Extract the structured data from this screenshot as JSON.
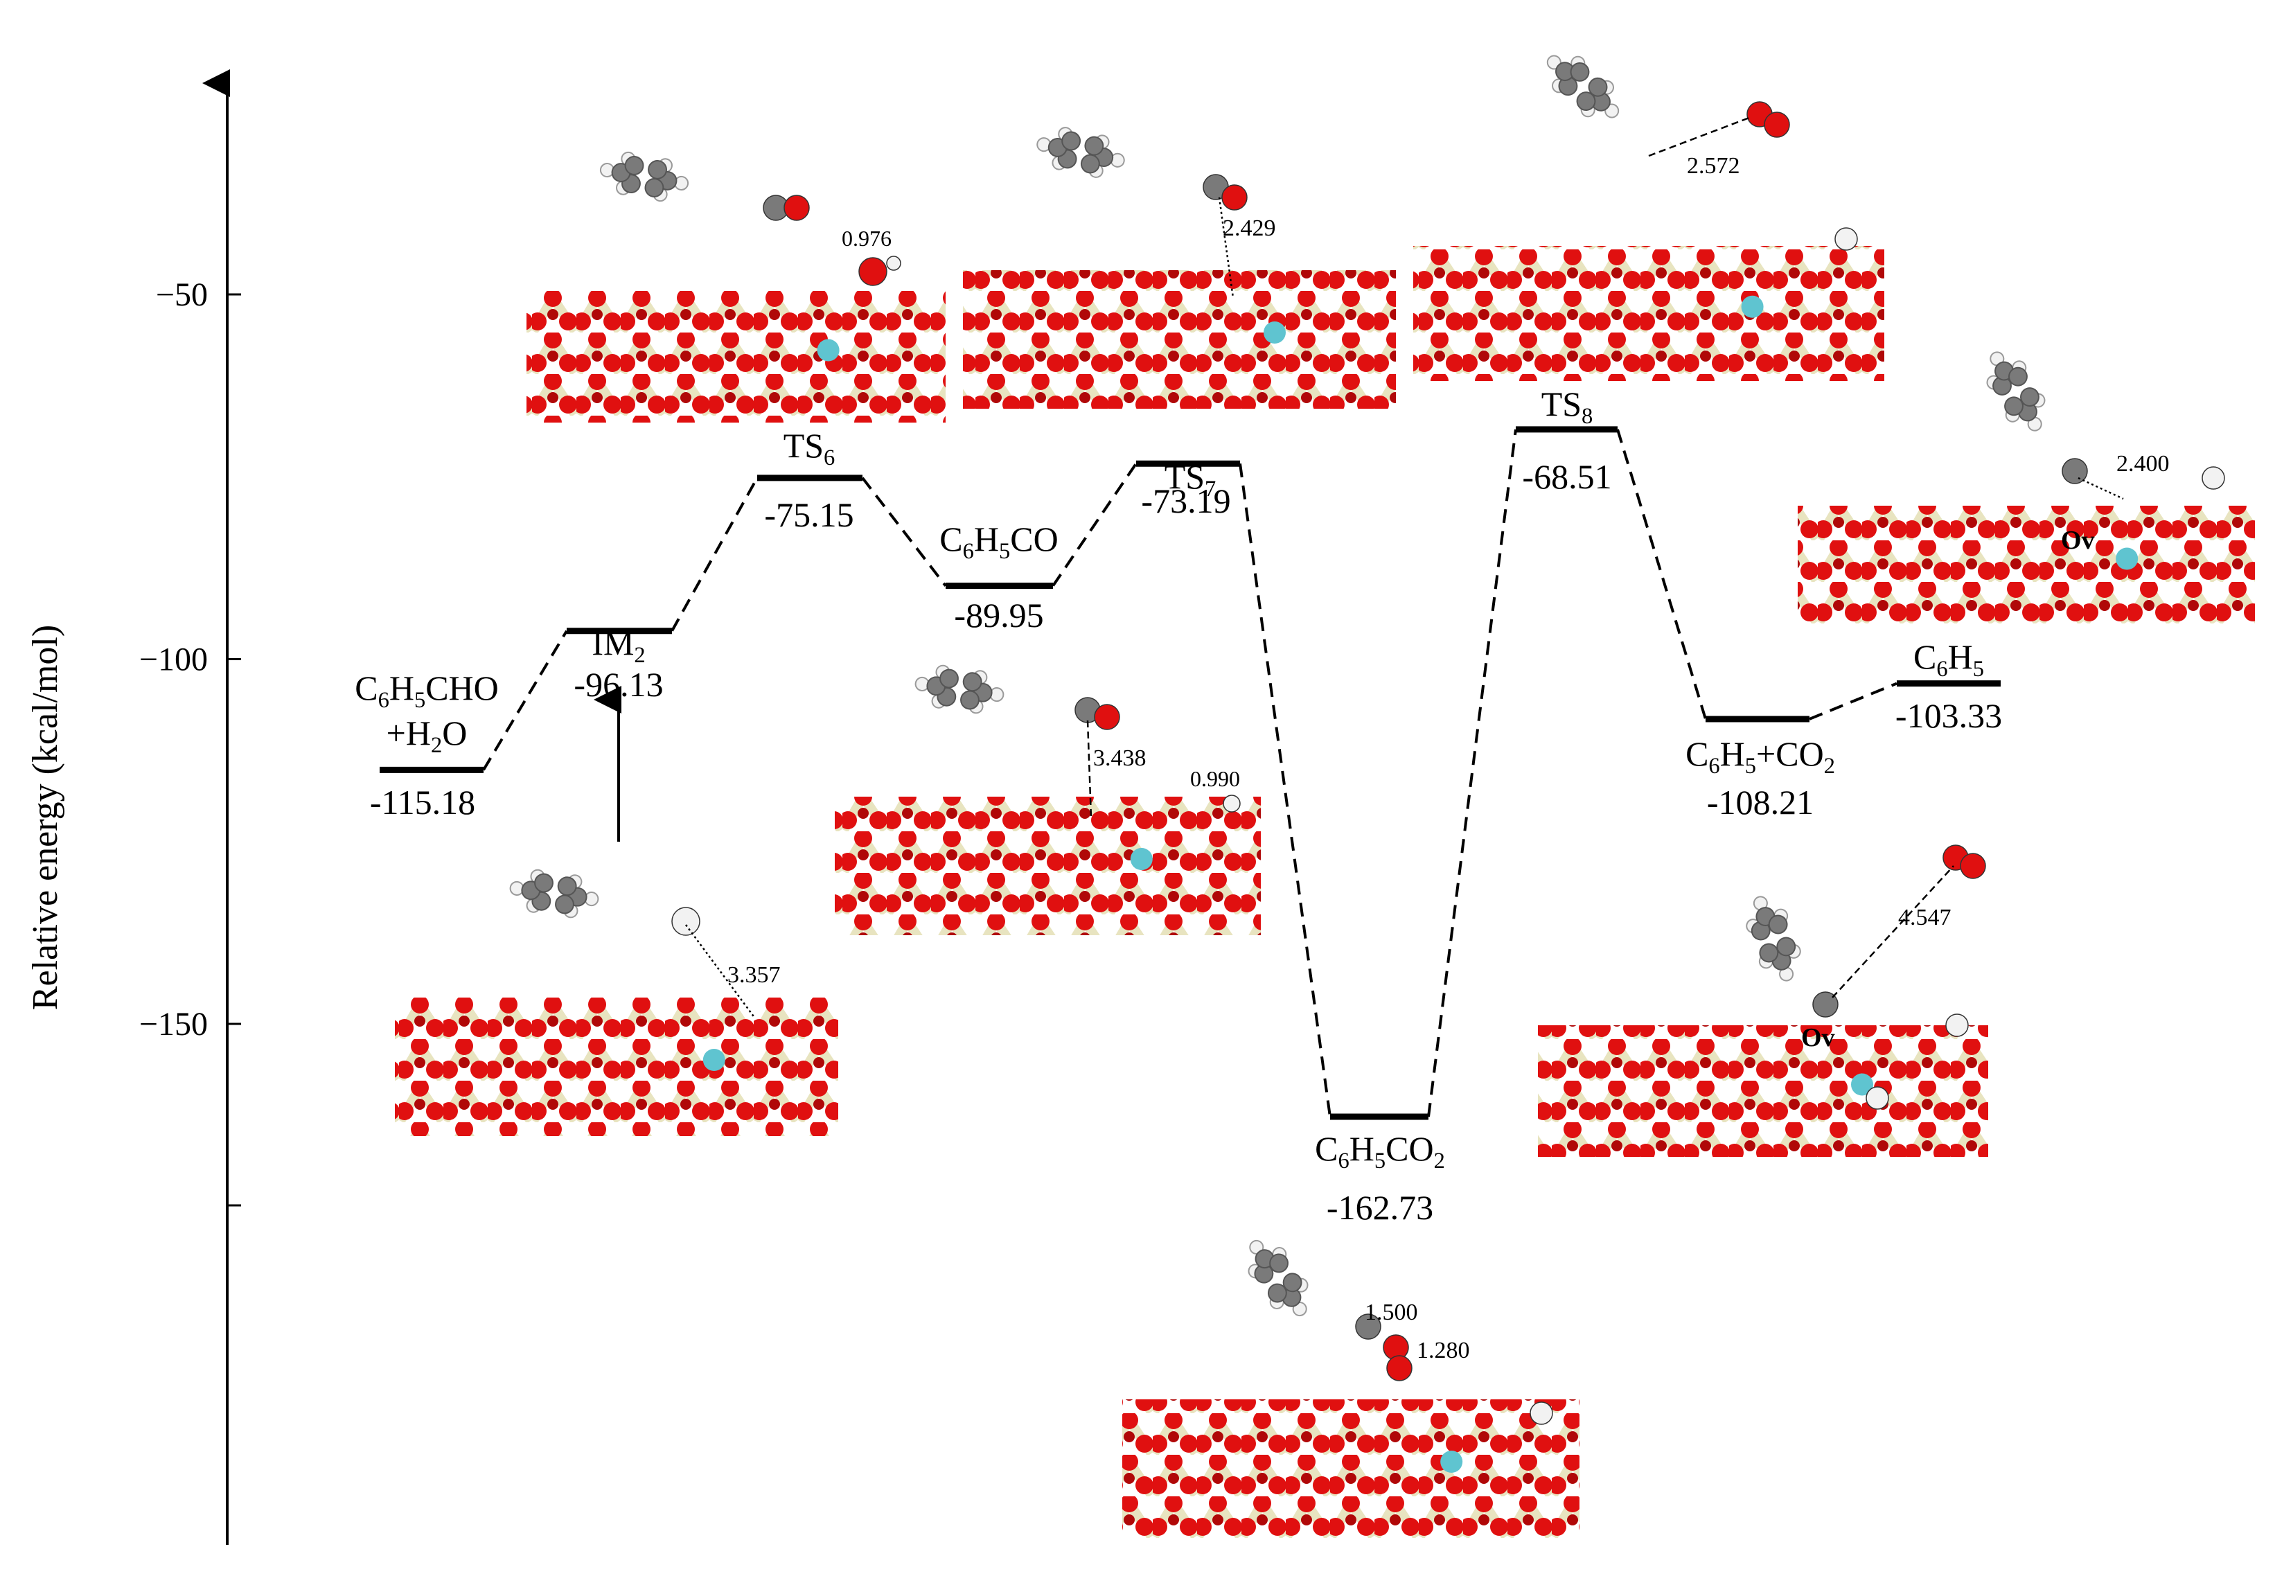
{
  "chart_data": {
    "type": "line",
    "ylabel": "Relative energy (kcal/mol)",
    "yticks": [
      -50,
      -100,
      -150
    ],
    "states": [
      {
        "id": "start",
        "label_lines": [
          "C6H5CHO",
          "+H2O"
        ],
        "value": -115.18,
        "value_label": "-115.18"
      },
      {
        "id": "IM2",
        "label_lines": [
          "IM2"
        ],
        "value": -96.13,
        "value_label": "-96.13"
      },
      {
        "id": "TS6",
        "label_lines": [
          "TS6"
        ],
        "value": -75.15,
        "value_label": "-75.15"
      },
      {
        "id": "C6H5CO",
        "label_lines": [
          "C6H5CO"
        ],
        "value": -89.95,
        "value_label": "-89.95"
      },
      {
        "id": "TS7",
        "label_lines": [
          "TS7"
        ],
        "value": -73.19,
        "value_label": "-73.19"
      },
      {
        "id": "C6H5CO2",
        "label_lines": [
          "C6H5CO2"
        ],
        "value": -162.73,
        "value_label": "-162.73"
      },
      {
        "id": "TS8",
        "label_lines": [
          "TS8"
        ],
        "value": -68.51,
        "value_label": "-68.51"
      },
      {
        "id": "C6H5_CO2",
        "label_lines": [
          "C6H5+CO2"
        ],
        "value": -108.21,
        "value_label": "-108.21"
      },
      {
        "id": "C6H5",
        "label_lines": [
          "C6H5"
        ],
        "value": -103.33,
        "value_label": "-103.33"
      }
    ],
    "structure_distances": [
      {
        "id": "s-start",
        "labels": [
          "3.357"
        ]
      },
      {
        "id": "s-ts6",
        "labels": [
          "0.976"
        ]
      },
      {
        "id": "s-c6h5co",
        "labels": [
          "3.438",
          "0.990"
        ]
      },
      {
        "id": "s-ts7",
        "labels": [
          "2.429"
        ]
      },
      {
        "id": "s-ts8",
        "labels": [
          "2.572"
        ]
      },
      {
        "id": "s-c6h5",
        "labels": [
          "2.400"
        ]
      },
      {
        "id": "s-c6h5co2r",
        "labels": [
          "4.547"
        ]
      },
      {
        "id": "s-c6h5co2",
        "labels": [
          "1.500",
          "1.280"
        ]
      }
    ],
    "site_label": "Ov",
    "colors": {
      "surface_o": "#e01010",
      "surface_metal": "#e8e4c0",
      "dopant": "#5fc4d0",
      "carbon": "#7a7a7a",
      "hydrogen": "#f2f2f2",
      "oxygen": "#e01010",
      "line": "#000000"
    }
  }
}
